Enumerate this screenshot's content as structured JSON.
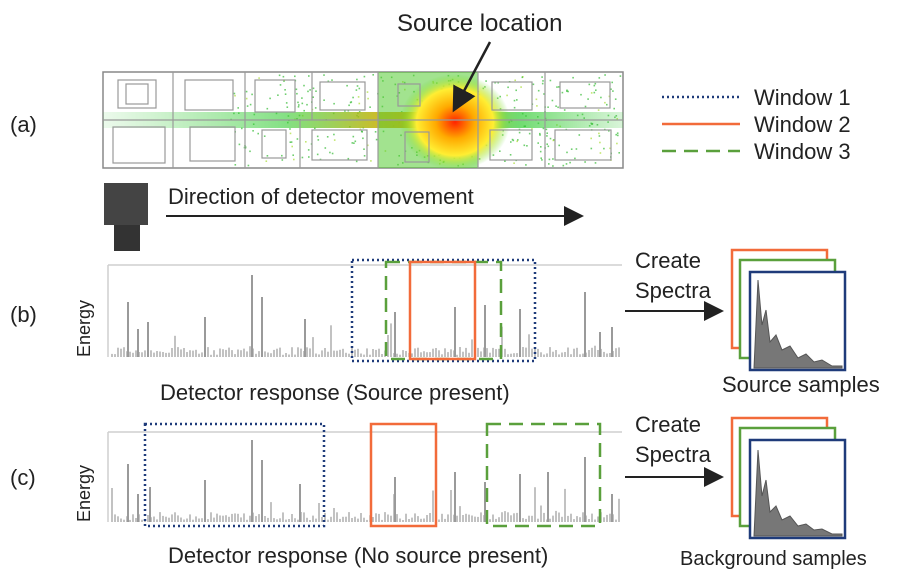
{
  "top": {
    "title": "Source location",
    "direction": "Direction of detector movement"
  },
  "panels": [
    {
      "id": "a",
      "label": "(a)"
    },
    {
      "id": "b",
      "label": "(b)",
      "ylabel": "Energy",
      "caption": "Detector response (Source present)",
      "create": [
        "Create",
        "Spectra"
      ],
      "samples": "Source samples"
    },
    {
      "id": "c",
      "label": "(c)",
      "ylabel": "Energy",
      "caption": "Detector response (No source present)",
      "create": [
        "Create",
        "Spectra"
      ],
      "samples": "Background samples"
    }
  ],
  "legend": [
    {
      "label": "Window 1",
      "color": "#1f3b7a",
      "style": "dotted"
    },
    {
      "label": "Window 2",
      "color": "#f26b3a",
      "style": "solid"
    },
    {
      "label": "Window 3",
      "color": "#5aa03c",
      "style": "dashed"
    }
  ],
  "colors": {
    "heat_hot": "#ff3300",
    "heat_mid": "#ffcc00",
    "heat_low": "#33cc33",
    "spike": "#9a9a9a"
  }
}
